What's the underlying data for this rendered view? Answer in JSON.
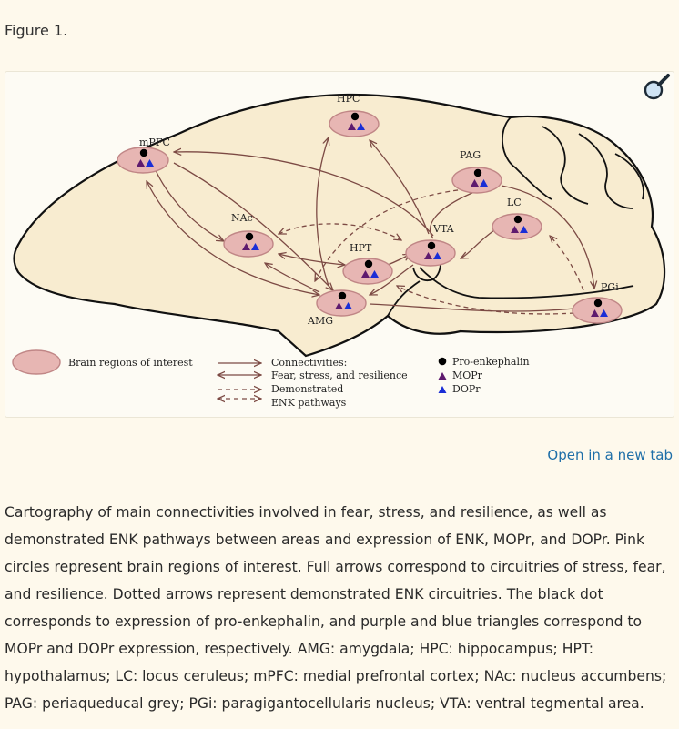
{
  "figure": {
    "label": "Figure 1.",
    "zoom_icon": "magnifier-icon",
    "regions": [
      {
        "id": "hpc",
        "label": "HPC"
      },
      {
        "id": "mpfc",
        "label": "mPFC"
      },
      {
        "id": "pag",
        "label": "PAG"
      },
      {
        "id": "lc",
        "label": "LC"
      },
      {
        "id": "nac",
        "label": "NAc"
      },
      {
        "id": "vta",
        "label": "VTA"
      },
      {
        "id": "hpt",
        "label": "HPT"
      },
      {
        "id": "pgi",
        "label": "PGi"
      },
      {
        "id": "amg",
        "label": "AMG"
      }
    ],
    "legend": {
      "region": "Brain regions of interest",
      "connectivities_line1": "Connectivities:",
      "connectivities_line2": "Fear, stress, and resilience",
      "demonstrated_line1": "Demonstrated",
      "demonstrated_line2": "ENK pathways",
      "pro_enkephalin": "Pro-enkephalin",
      "mopr": "MOPr",
      "dopr": "DOPr"
    },
    "colors": {
      "brain_fill": "#f8ecd0",
      "region_fill": "#e7b6b3",
      "region_stroke": "#c08686",
      "arrow": "#7c4a44",
      "mopr": "#5e1a6e",
      "dopr": "#1a2ed6",
      "pro_enkephalin": "#000000"
    }
  },
  "open_link": "Open in a new tab",
  "caption": "Cartography of main connectivities involved in fear, stress, and resilience, as well as demonstrated ENK pathways between areas and expression of ENK, MOPr, and DOPr. Pink circles represent brain regions of interest. Full arrows correspond to circuitries of stress, fear, and resilience. Dotted arrows represent demonstrated ENK circuitries. The black dot corresponds to expression of pro-enkephalin, and purple and blue triangles correspond to MOPr and DOPr expression, respectively. AMG: amygdala; HPC: hippocampus; HPT: hypothalamus; LC: locus ceruleus; mPFC: medial prefrontal cortex; NAc: nucleus accumbens; PAG: periaqueducal grey; PGi: paragigantocellularis nucleus; VTA: ventral tegmental area."
}
